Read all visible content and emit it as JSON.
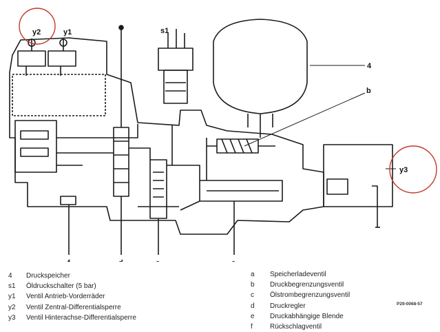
{
  "diagram": {
    "callouts": {
      "y2": "y2",
      "y1": "y1",
      "s1": "s1",
      "four": "4",
      "b": "b",
      "y3": "y3",
      "f": "f",
      "d": "d",
      "c": "c",
      "a": "a"
    },
    "highlight_color": "#c0392b",
    "line_color": "#1a1a1a"
  },
  "legend_left": [
    {
      "key": "4",
      "text": "Druckspeicher"
    },
    {
      "key": "s1",
      "text": "Öldruckschalter (5 bar)"
    },
    {
      "key": "y1",
      "text": "Ventil Antrieb-Vorderräder"
    },
    {
      "key": "y2",
      "text": "Ventil Zentral-Differentialsperre"
    },
    {
      "key": "y3",
      "text": "Ventil Hinterachse-Differentialsperre"
    }
  ],
  "legend_right": [
    {
      "key": "a",
      "text": "Speicherladeventil"
    },
    {
      "key": "b",
      "text": "Druckbegrenzungsventil"
    },
    {
      "key": "c",
      "text": "Ölstrombegrenzungsventil"
    },
    {
      "key": "d",
      "text": "Druckregler"
    },
    {
      "key": "e",
      "text": "Druckabhängige Blende"
    },
    {
      "key": "f",
      "text": "Rückschlagventil"
    }
  ],
  "drawing_code": "P29-0068-57"
}
